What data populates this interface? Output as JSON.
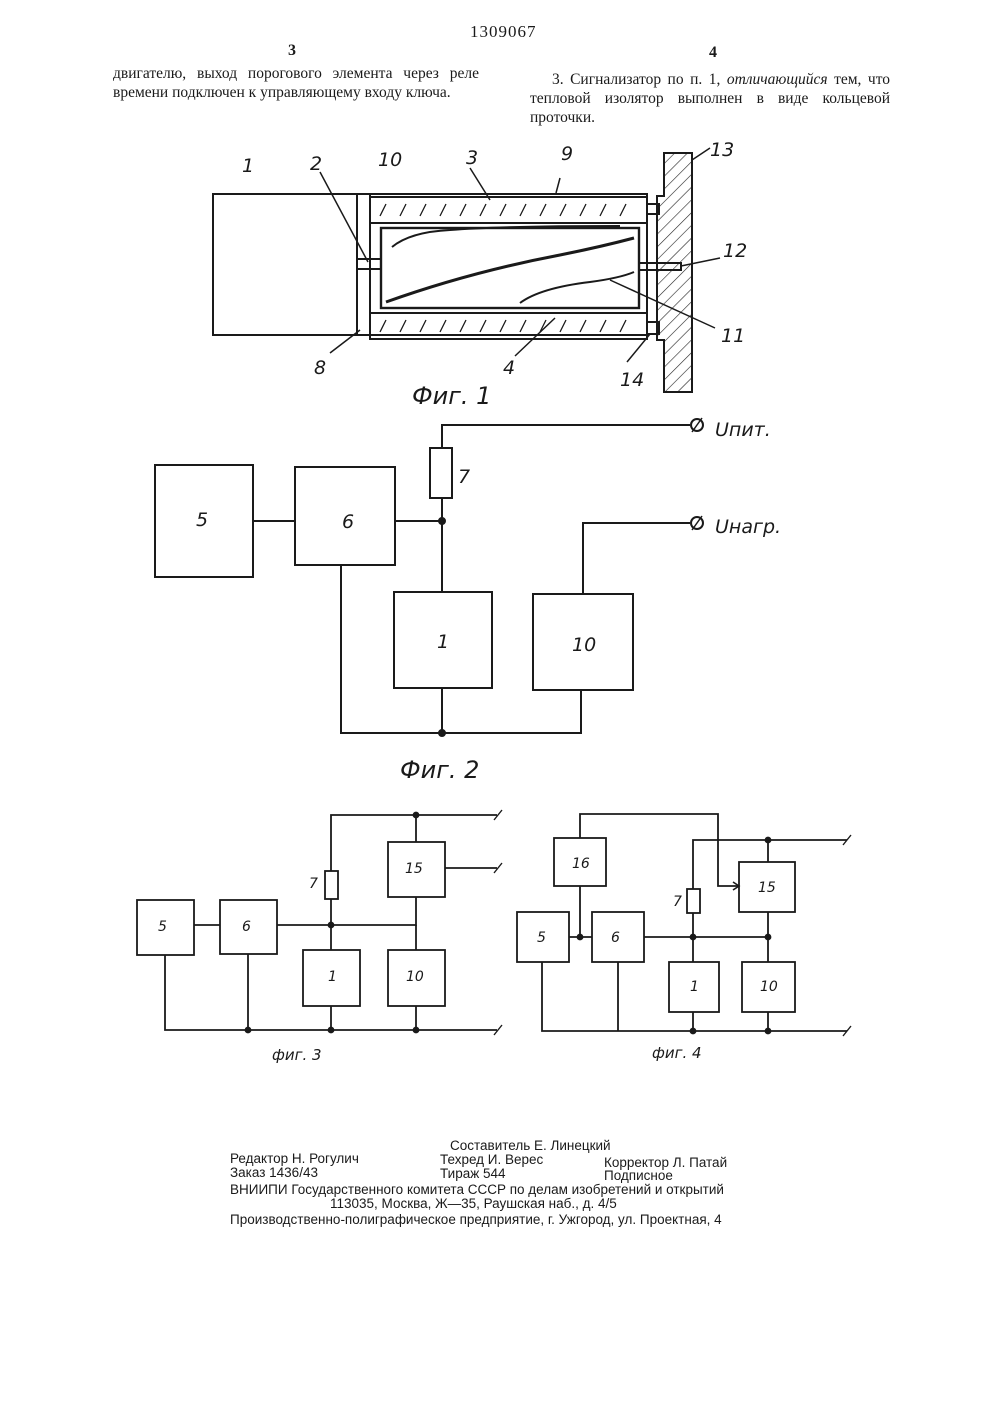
{
  "header": {
    "patent_number": "1309067",
    "col_left_number": "3",
    "col_right_number": "4"
  },
  "text": {
    "left_column": "двигателю, выход порогового элемента через реле времени подключен к управляющему входу ключа.",
    "right_column_lead": "3. Сигнализатор по п. 1, ",
    "right_column_italic": "отличающийся",
    "right_column_tail": " тем, что тепловой изолятор выполнен в виде кольцевой проточки."
  },
  "fig1": {
    "caption": "Фиг. 1",
    "labels": {
      "l1": "1",
      "l2": "2",
      "l3": "3",
      "l4": "4",
      "l8": "8",
      "l9": "9",
      "l10": "10",
      "l11": "11",
      "l12": "12",
      "l13": "13",
      "l14": "14"
    }
  },
  "fig2": {
    "caption": "Фиг. 2",
    "terminal_supply": "Uпит.",
    "terminal_heater": "Uнагр.",
    "blocks": {
      "b5": "5",
      "b6": "6",
      "r7": "7",
      "b1": "1",
      "b10": "10"
    }
  },
  "fig3": {
    "caption": "фиг. 3",
    "blocks": {
      "b5": "5",
      "b6": "6",
      "r7": "7",
      "b1": "1",
      "b10": "10",
      "b15": "15"
    }
  },
  "fig4": {
    "caption": "фиг. 4",
    "blocks": {
      "b16": "16",
      "b5": "5",
      "b6": "6",
      "r7": "7",
      "b1": "1",
      "b10": "10",
      "b15": "15"
    }
  },
  "footer": {
    "compiler": "Составитель Е. Линецкий",
    "editor": "Редактор Н. Рогулич",
    "techred": "Техред И. Верес",
    "corrector": "Корректор Л. Патай",
    "order": "Заказ 1436/43",
    "circulation": "Тираж 544",
    "subscription": "Подписное",
    "org_line1": "ВНИИПИ Государственного комитета СССР по делам изобретений и открытий",
    "org_line2": "113035, Москва, Ж—35, Раушская наб., д. 4/5",
    "printer": "Производственно-полиграфическое предприятие, г. Ужгород, ул. Проектная, 4"
  }
}
